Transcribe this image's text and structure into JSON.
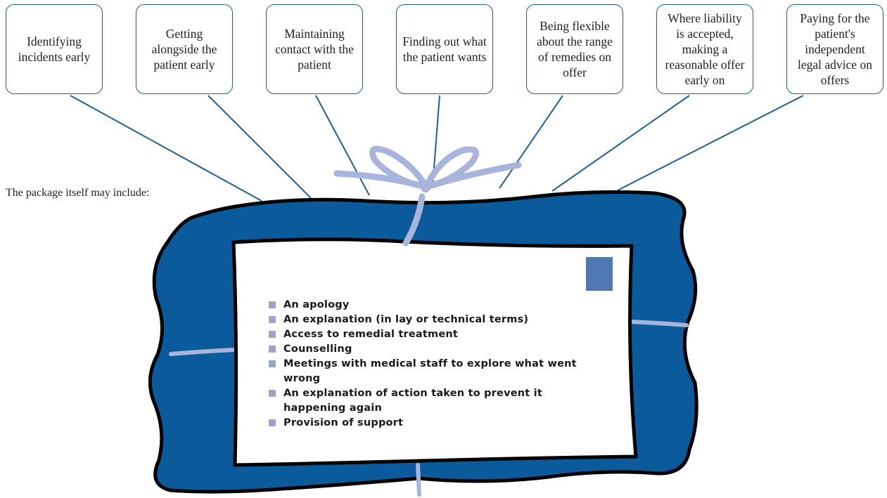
{
  "strategies": [
    {
      "label": "Identifying incidents early"
    },
    {
      "label": "Getting alongside the patient early"
    },
    {
      "label": "Maintaining contact with the patient"
    },
    {
      "label": "Finding out what the patient wants"
    },
    {
      "label": "Being flexible about the range of remedies on offer"
    },
    {
      "label": "Where liability is accepted, making a reasonable offer early on"
    },
    {
      "label": "Paying for the patient's independent legal advice on offers"
    }
  ],
  "package_intro": "The package itself may include:",
  "package_items": [
    "An apology",
    "An explanation (in lay or technical terms)",
    "Access to remedial treatment",
    "Counselling",
    "Meetings with medical staff to explore what went wrong",
    "An explanation of action taken to prevent it happening again",
    "Provision of support"
  ],
  "colors": {
    "box_border": "#1e5f95",
    "connector": "#1e5f95",
    "wrapping": "#0b5b9c",
    "ribbon": "#a9b4dc",
    "stamp": "#4f78b5",
    "bullet": "#9aa6c8"
  }
}
